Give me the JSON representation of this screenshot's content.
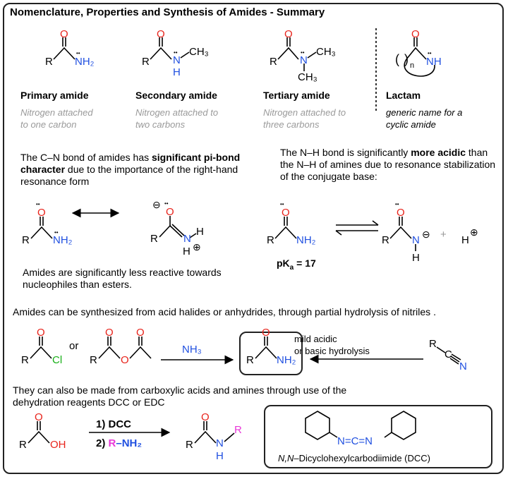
{
  "title": "Nomenclature, Properties and Synthesis of Amides - Summary",
  "amide_types": [
    {
      "name": "Primary amide",
      "desc": "Nitrogen attached to one carbon"
    },
    {
      "name": "Secondary amide",
      "desc": "Nitrogen attached to two carbons"
    },
    {
      "name": "Tertiary amide",
      "desc": "Nitrogen attached to three carbons"
    },
    {
      "name": "Lactam",
      "desc": "generic name for a cyclic amide"
    }
  ],
  "resonance": {
    "intro_pre": "The C–N bond of amides has ",
    "intro_bold": "significant pi-bond character",
    "intro_post": " due to the importance of the right-hand resonance form",
    "note": "Amides are significantly less reactive towards nucleophiles than esters."
  },
  "acidity": {
    "intro_pre": "The N–H bond is significantly ",
    "intro_bold": "more acidic",
    "intro_post": " than the N–H of amines due to resonance stabilization of the conjugate base:",
    "pka_label": "pK",
    "pka_sub": "a",
    "pka_value": " = 17"
  },
  "synthesis": {
    "line1": "Amides can be synthesized from acid halides or anhydrides, through partial hydrolysis of nitriles .",
    "or": "or",
    "reagent": "NH₃",
    "hydrolysis": [
      "mild acidic",
      "or basic hydrolysis"
    ],
    "line2": "They can also be made from carboxylic acids and amines through use of the dehydration reagents DCC or EDC",
    "step1": "1) DCC",
    "step2_num": "2) ",
    "step2_r": "R",
    "step2_rest": "–NH₂",
    "dcc_name": "N,N–Dicyclohexylcarbodiimide (DCC)"
  },
  "atoms": {
    "R": "R",
    "O": "O",
    "N": "N",
    "H": "H",
    "NH": "NH",
    "NH2": "NH₂",
    "CH3": "CH₃",
    "Cl": "Cl",
    "OH": "OH",
    "C": "C",
    "n": "n",
    "lone_pair": "••",
    "minus": "⊖",
    "plus": "⊕"
  },
  "colors": {
    "oxygen": "#e8231b",
    "nitrogen": "#1f4fe0",
    "chlorine": "#19b019",
    "rgroup": "#e838d8"
  }
}
